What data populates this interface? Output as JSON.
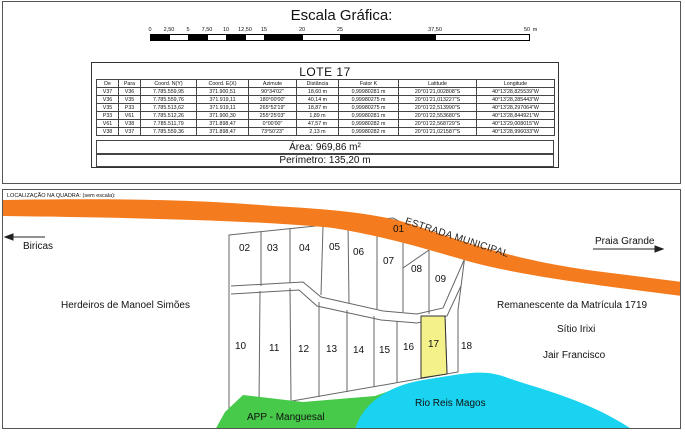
{
  "scale": {
    "title": "Escala Gráfica:",
    "ticks": [
      "0",
      "2,50",
      "5",
      "7,50",
      "10",
      "12,50",
      "15",
      "20",
      "25",
      "37,50",
      "50",
      "m"
    ]
  },
  "lote": {
    "title": "LOTE 17",
    "headers": [
      "De",
      "Para",
      "Coord. N(Y)",
      "Coord. E(X)",
      "Azimute",
      "Distância",
      "Fator K",
      "Latitude",
      "Longitude"
    ],
    "rows": [
      [
        "V37",
        "V36",
        "7.785.559,95",
        "371.900,51",
        "90°34'02\"",
        "18,60 m",
        "0,99980281 m",
        "20°01'21,002808\"S",
        "40°13'28,825539\"W"
      ],
      [
        "V36",
        "V35",
        "7.785.559,76",
        "371.919,11",
        "180°00'00\"",
        "40,14 m",
        "0,99980275 m",
        "20°01'21,013227\"S",
        "40°13'28,285443\"W"
      ],
      [
        "V35",
        "P33",
        "7.785.513,62",
        "371.919,11",
        "265°52'19\"",
        "18,87 m",
        "0,99980275 m",
        "20°01'22,513990\"S",
        "40°13'28,297064\"W"
      ],
      [
        "P33",
        "V61",
        "7.785.512,26",
        "371.900,30",
        "255°25'03\"",
        "1,89 m",
        "0,99980281 m",
        "20°01'22,553680\"S",
        "40°13'28,844921\"W"
      ],
      [
        "V61",
        "V38",
        "7.785.511,79",
        "371.898,47",
        "0°00'00\"",
        "47,57 m",
        "0,99980282 m",
        "20°01'22,568729\"S",
        "40°13'29,008015\"W"
      ],
      [
        "V38",
        "V37",
        "7.785.559,36",
        "371.898,47",
        "73°50'23\"",
        "2,13 m",
        "0,99980282 m",
        "20°01'21,021587\"S",
        "40°13'28,996033\"W"
      ]
    ],
    "area": "Área: 969,86 m²",
    "perimeter": "Perímetro: 135,20 m"
  },
  "map": {
    "location_label": "LOCALIZAÇÃO NA QUADRA: (sem escala):",
    "road_label": "ESTRADA MUNICIPAL",
    "west_label": "Biricas",
    "east_label": "Praia Grande",
    "heirs_label": "Herdeiros de Manoel Simões",
    "remnant_label": "Remanescente da Matrícula 1719",
    "sitio_label": "Sítio Irixi",
    "jair_label": "Jair Francisco",
    "river_label": "Rio Reis Magos",
    "app_label": "APP - Manguesal",
    "lots_top": [
      "01",
      "02",
      "03",
      "04",
      "05",
      "06",
      "07",
      "08",
      "09"
    ],
    "lots_bottom": [
      "10",
      "11",
      "12",
      "13",
      "14",
      "15",
      "16",
      "17",
      "18"
    ],
    "highlight_lot": "17",
    "colors": {
      "road": "#f47c1e",
      "highlight": "#f4f08a",
      "river": "#1ad3f0",
      "app": "#47c94a"
    }
  }
}
